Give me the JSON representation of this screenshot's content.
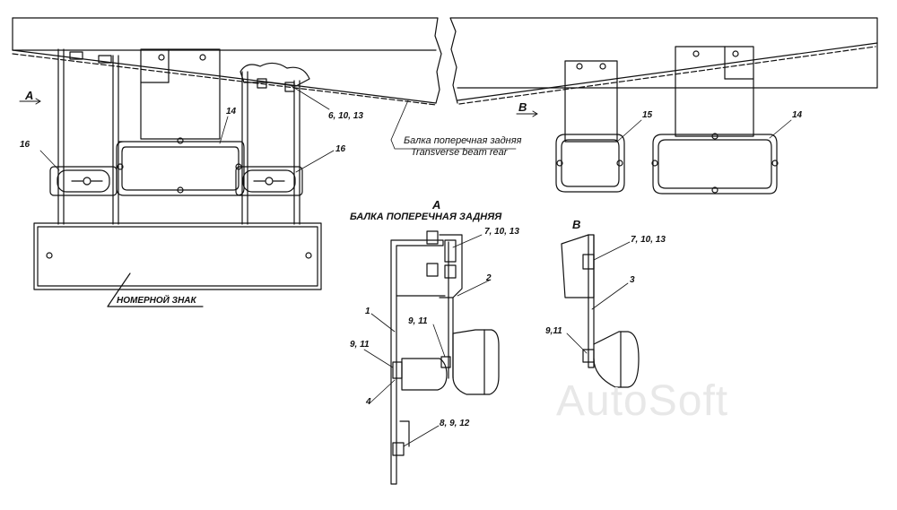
{
  "views": {
    "A": "A",
    "B": "B"
  },
  "section_titles": {
    "A": "A",
    "A_caption": "БАЛКА ПОПЕРЕЧНАЯ ЗАДНЯЯ",
    "B": "B"
  },
  "beam_label": {
    "ru": "Балка поперечная задняя",
    "en": "Transverse beam rear"
  },
  "plate_label": "НОМЕРНОЙ ЗНАК",
  "callouts": {
    "c_6_10_13": "6, 10, 13",
    "c_14_left": "14",
    "c_14_right": "14",
    "c_15": "15",
    "c_16_left": "16",
    "c_16_right": "16",
    "c_7_10_13_a": "7, 10, 13",
    "c_2": "2",
    "c_1": "1",
    "c_9_11_a1": "9, 11",
    "c_9_11_a2": "9, 11",
    "c_4": "4",
    "c_8_9_12": "8, 9, 12",
    "c_7_10_13_b": "7, 10, 13",
    "c_3": "3",
    "c_9_11_b": "9,11"
  },
  "watermark": "AutoSoft"
}
